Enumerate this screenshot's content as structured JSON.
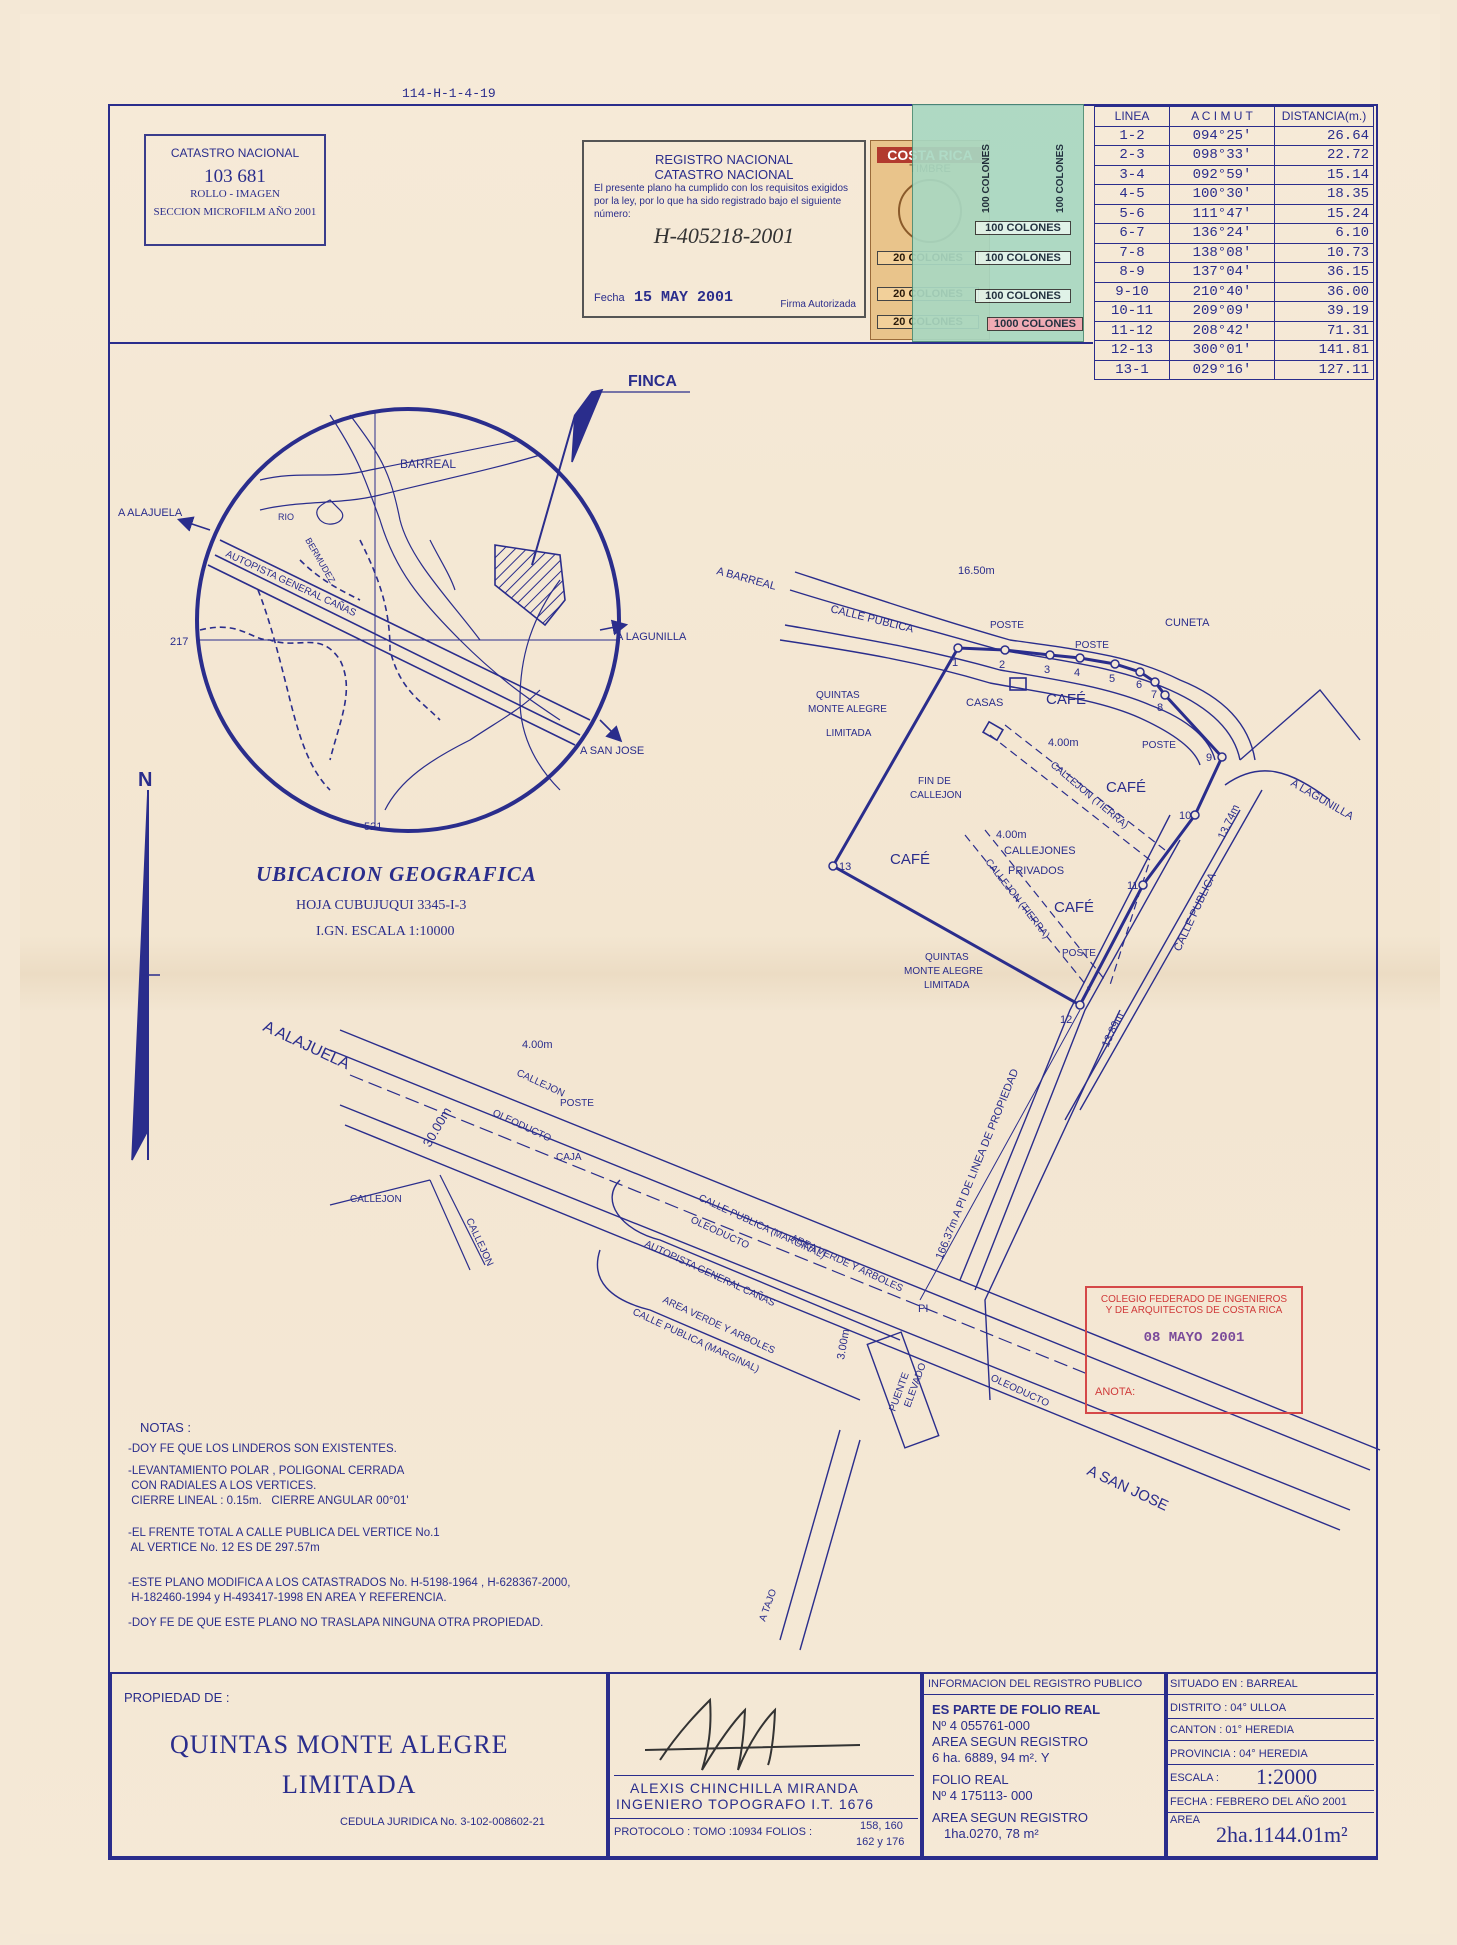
{
  "header_ref": "114-H-1-4-19",
  "catastro_stamp": {
    "title": "CATASTRO NACIONAL",
    "number": "103 681",
    "line2": "ROLLO - IMAGEN",
    "line3": "SECCION MICROFILM AÑO 2001"
  },
  "registro_stamp": {
    "title1": "REGISTRO NACIONAL",
    "title2": "CATASTRO NACIONAL",
    "body": "El presente plano ha cumplido con los requisitos exigidos por la ley, por lo que ha sido registrado bajo el siguiente número:",
    "number": "H-405218-2001",
    "fecha_label": "Fecha",
    "fecha": "15 MAY 2001",
    "firma_label": "Firma Autorizada"
  },
  "timbres": {
    "brand": "COSTA RICA",
    "timbre": "TIMBRE",
    "values": [
      "20 COLONES",
      "20 COLONES",
      "20 COLONES",
      "100 COLONES",
      "100 COLONES",
      "100 COLONES",
      "100 COLONES",
      "100 COLONES",
      "1000 COLONES"
    ]
  },
  "azimuth_table": {
    "headers": [
      "LINEA",
      "A C I M U T",
      "DISTANCIA(m.)"
    ],
    "rows": [
      [
        "1-2",
        "094°25'",
        "26.64"
      ],
      [
        "2-3",
        "098°33'",
        "22.72"
      ],
      [
        "3-4",
        "092°59'",
        "15.14"
      ],
      [
        "4-5",
        "100°30'",
        "18.35"
      ],
      [
        "5-6",
        "111°47'",
        "15.24"
      ],
      [
        "6-7",
        "136°24'",
        "6.10"
      ],
      [
        "7-8",
        "138°08'",
        "10.73"
      ],
      [
        "8-9",
        "137°04'",
        "36.15"
      ],
      [
        "9-10",
        "210°40'",
        "36.00"
      ],
      [
        "10-11",
        "209°09'",
        "39.19"
      ],
      [
        "11-12",
        "208°42'",
        "71.31"
      ],
      [
        "12-13",
        "300°01'",
        "141.81"
      ],
      [
        "13-1",
        "029°16'",
        "127.11"
      ]
    ]
  },
  "location_map": {
    "finca": "FINCA",
    "barreal": "BARREAL",
    "rio": "RIO",
    "bermudez": "BERMUDEZ",
    "a_alajuela": "A ALAJUELA",
    "autopista": "AUTOPISTA GENERAL CAÑAS",
    "a_lagunilla": "A LAGUNILLA",
    "a_san_jose": "A SAN JOSE",
    "grid_217": "217",
    "grid_521": "521",
    "title": "UBICACION GEOGRAFICA",
    "sheet": "HOJA CUBUJUQUI 3345-I-3",
    "scale": "I.GN. ESCALA 1:10000",
    "north": "N"
  },
  "plan": {
    "a_barreal": "A BARREAL",
    "calle_publica": "CALLE PUBLICA",
    "width_16": "16.50m",
    "poste": "POSTE",
    "cuneta": "CUNETA",
    "cafe": "CAFÉ",
    "casas": "CASAS",
    "quintas": "QUINTAS",
    "monte_alegre": "MONTE ALEGRE",
    "limitada": "LIMITADA",
    "fin_de": "FIN DE",
    "callejon": "CALLEJON",
    "callejon_tierra": "CALLEJON (TIERRA)",
    "callejones": "CALLEJONES",
    "privados": "PRIVADOS",
    "w_4m": "4.00m",
    "a_lagunilla": "A LAGUNILLA",
    "d_13_74": "13.74m",
    "d_13_89": "13.89m",
    "vertices": [
      "1",
      "2",
      "3",
      "4",
      "5",
      "6",
      "7",
      "8",
      "9",
      "10",
      "11",
      "12",
      "13"
    ],
    "a_alajuela": "A ALAJUELA",
    "w_30": "30.00m",
    "oleoducto": "OLEODUCTO",
    "caja": "CAJA",
    "calle_marginal": "CALLE PUBLICA (MARGINAL)",
    "area_verde": "AREA VERDE Y ARBOLES",
    "oleoducto_dash": "OLEODUCTO",
    "autopista": "AUTOPISTA GENERAL CAÑAS",
    "w_3": "3.00m",
    "puente": "PUENTE",
    "elevado": "ELEVADO",
    "pi": "PI",
    "linea_propiedad": "166.37m A PI DE LINEA DE PROPIEDAD",
    "a_san_jose": "A SAN JOSE",
    "a_tajo": "A TAJO"
  },
  "colegio_stamp": {
    "line1": "COLEGIO FEDERADO DE INGENIEROS",
    "line2": "Y DE ARQUITECTOS DE COSTA RICA",
    "date": "08 MAYO 2001",
    "anota": "ANOTA:"
  },
  "notes": {
    "title": "NOTAS :",
    "n1": "-DOY FE QUE LOS LINDEROS SON EXISTENTES.",
    "n2": "-LEVANTAMIENTO POLAR , POLIGONAL CERRADA\n CON RADIALES A LOS VERTICES.\n CIERRE LINEAL : 0.15m.   CIERRE ANGULAR 00°01'",
    "n3": "-EL FRENTE TOTAL A CALLE PUBLICA DEL VERTICE No.1\n AL VERTICE No. 12 ES DE 297.57m",
    "n4": "-ESTE PLANO MODIFICA A LOS CATASTRADOS No. H-5198-1964 , H-628367-2000,\n H-182460-1994 y H-493417-1998 EN AREA Y REFERENCIA.",
    "n5": "-DOY FE DE QUE ESTE PLANO NO TRASLAPA NINGUNA OTRA PROPIEDAD."
  },
  "title_block": {
    "propiedad_label": "PROPIEDAD DE :",
    "owner1": "QUINTAS MONTE ALEGRE",
    "owner2": "LIMITADA",
    "cedula": "CEDULA JURIDICA No. 3-102-008602-21",
    "engineer": "ALEXIS CHINCHILLA MIRANDA",
    "engineer_title": "INGENIERO TOPOGRAFO I.T. 1676",
    "protocolo": "PROTOCOLO : TOMO :10934  FOLIOS :",
    "folios1": "158, 160",
    "folios2": "162 y 176",
    "registro_header": "INFORMACION DEL REGISTRO PUBLICO",
    "reg1": "ES PARTE DE FOLIO REAL",
    "reg2": "Nº 4 055761-000",
    "reg3": "AREA SEGUN REGISTRO",
    "reg4": "6 ha. 6889, 94 m². Y",
    "reg5": "FOLIO REAL",
    "reg6": "Nº 4 175113- 000",
    "reg7": "AREA SEGUN REGISTRO",
    "reg8": "1ha.0270, 78 m²",
    "situado": "SITUADO  EN :   BARREAL",
    "distrito": "DISTRITO :  04° ULLOA",
    "canton": "CANTON :  01° HEREDIA",
    "provincia": "PROVINCIA : 04° HEREDIA",
    "escala_label": "ESCALA :",
    "escala": "1:2000",
    "fecha": "FECHA : FEBRERO DEL AÑO 2001",
    "area_label": "AREA",
    "area": "2ha.1144.01m²"
  }
}
